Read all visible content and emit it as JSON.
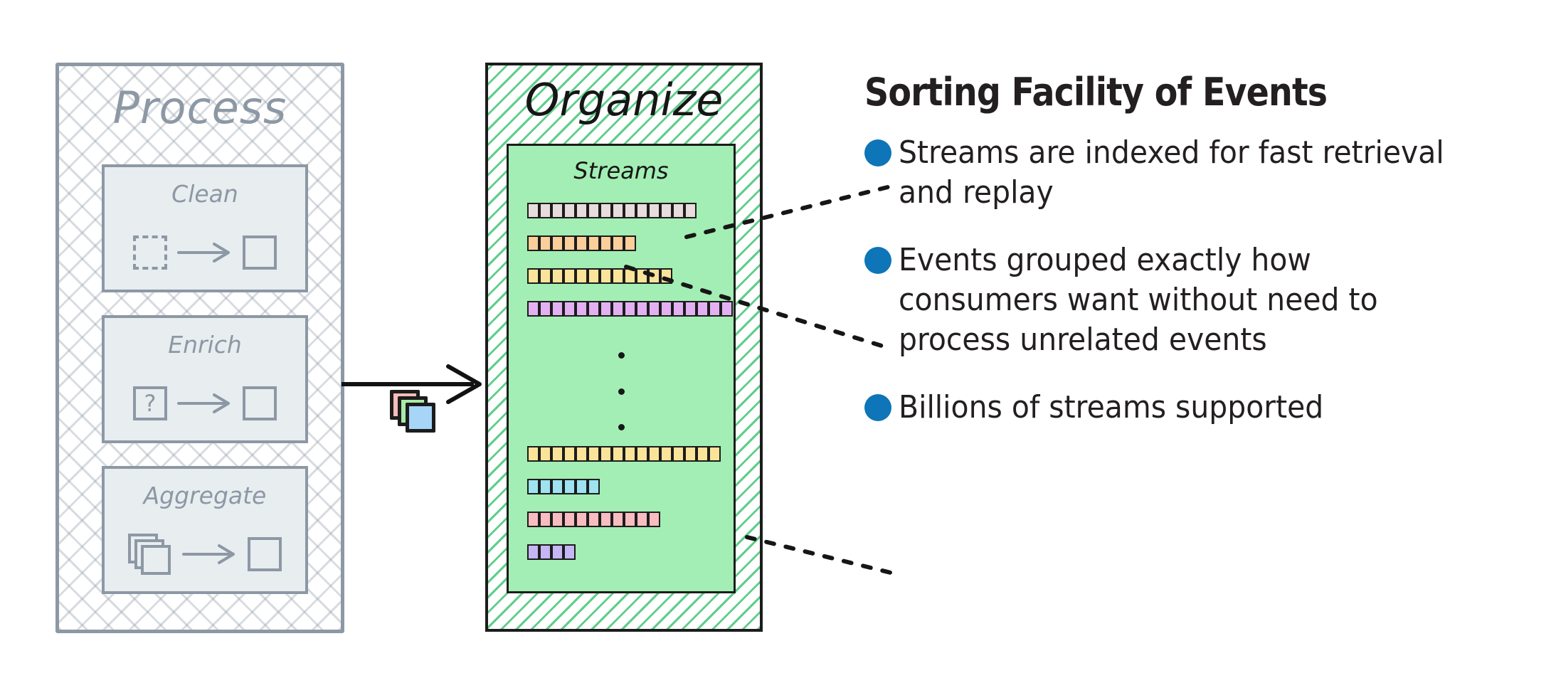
{
  "process_panel": {
    "title": "Process",
    "cards": [
      {
        "label": "Clean",
        "icon_left": "dashed-square-icon",
        "icon_arrow": "arrow-right-icon",
        "icon_right": "square-icon"
      },
      {
        "label": "Enrich",
        "icon_left": "question-square-icon",
        "icon_arrow": "arrow-right-icon",
        "icon_right": "square-icon"
      },
      {
        "label": "Aggregate",
        "icon_left": "stacked-squares-icon",
        "icon_arrow": "arrow-right-icon",
        "icon_right": "square-icon"
      }
    ]
  },
  "flow": {
    "arrow_icon": "arrow-right-icon",
    "stack_icon": "stacked-cards-icon",
    "stack_colors": [
      "#f9bcbc",
      "#a8eba8",
      "#a6d5f7"
    ]
  },
  "organize_panel": {
    "title": "Organize",
    "streams_title": "Streams",
    "ellipsis": "vertical-ellipsis",
    "streams": [
      {
        "name": "stream-row-1",
        "segments": 14,
        "color": "#e8dcdc"
      },
      {
        "name": "stream-row-2",
        "segments": 9,
        "color": "#fbcf9a"
      },
      {
        "name": "stream-row-3",
        "segments": 12,
        "color": "#fbe49a"
      },
      {
        "name": "stream-row-4",
        "segments": 17,
        "color": "#e3b0f2"
      },
      {
        "name": "stream-row-5",
        "segments": 16,
        "color": "#fbe49a"
      },
      {
        "name": "stream-row-6",
        "segments": 6,
        "color": "#9fe2f0"
      },
      {
        "name": "stream-row-7",
        "segments": 11,
        "color": "#f9bcc0"
      },
      {
        "name": "stream-row-8",
        "segments": 4,
        "color": "#c6b6f5"
      }
    ]
  },
  "info_panel": {
    "title": "Sorting Facility of Events",
    "bullet_color": "#0d75b8",
    "bullets": [
      "Streams are indexed for fast retrieval and replay",
      "Events grouped exactly how consumers want without need to process unrelated events",
      "Billions of streams supported"
    ]
  },
  "colors": {
    "panel_gray": "#8d98a5",
    "card_gray": "#e8edf0",
    "green_fill": "#a3eeb4",
    "green_hatch": "#5fce8a",
    "ink": "#1c1c1c",
    "accent_blue": "#0d75b8"
  }
}
